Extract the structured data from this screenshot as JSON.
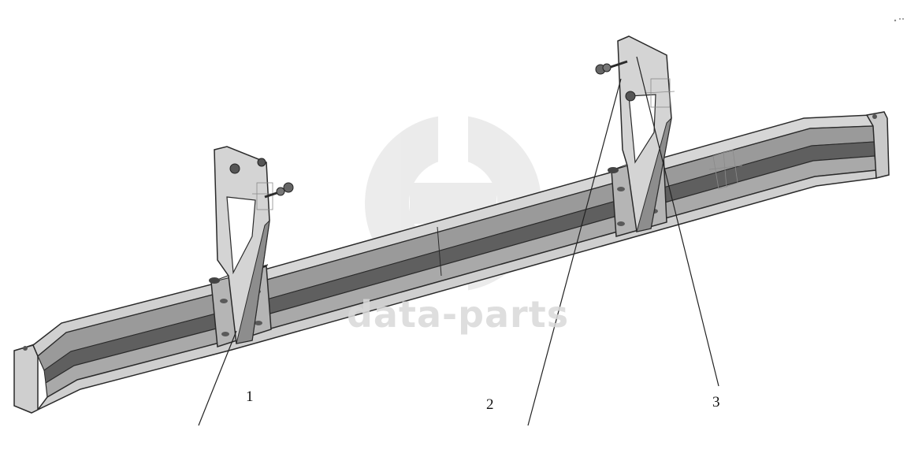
{
  "diagram": {
    "callouts": [
      {
        "id": "1",
        "label": "1"
      },
      {
        "id": "2",
        "label": "2"
      },
      {
        "id": "3",
        "label": "3"
      }
    ]
  },
  "watermark": {
    "text": "data-parts",
    "color": "#d9d9d9"
  },
  "colors": {
    "beam_dark": "#6f6f6f",
    "beam_mid": "#a4a4a4",
    "beam_light": "#d2d2d2",
    "outline": "#2a2a2a",
    "leader": "#222222"
  }
}
